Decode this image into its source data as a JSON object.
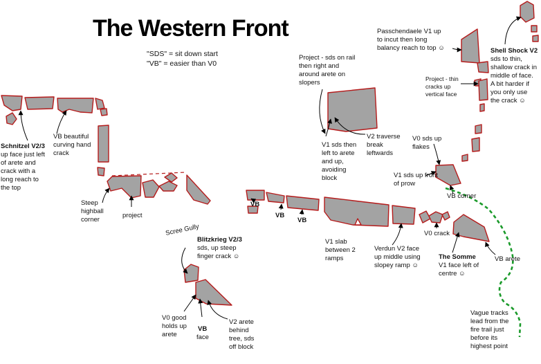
{
  "title": "The Western Front",
  "legend": {
    "sds": "\"SDS\" = sit down start",
    "vb": "\"VB\" = easier than V0"
  },
  "scree_gully": "Scree Gully",
  "problems": {
    "schnitzel": {
      "grade": "Schnitzel V2/3",
      "l1": "up face just left",
      "l2": "of arete and",
      "l3": "crack with a",
      "l4": "long reach to",
      "l5": "the top"
    },
    "vb_crack": {
      "grade": "VB",
      "l1": "beautiful",
      "l2": "curving hand",
      "l3": "crack"
    },
    "steep_corner": {
      "l1": "Steep",
      "l2": "highball",
      "l3": "corner"
    },
    "project_low": {
      "l1": "project"
    },
    "vb1": "VB",
    "vb2": "VB",
    "vb3": "VB",
    "project_rail": {
      "l1": "Project - sds on rail",
      "l2": "then right and",
      "l3": "around arete on",
      "l4": "slopers"
    },
    "v1_block": {
      "grade": "V1",
      "l1": "sds then",
      "l2": "left to arete",
      "l3": "and up,",
      "l4": "avoiding",
      "l5": "block"
    },
    "v2_traverse": {
      "grade": "V2",
      "l1": "traverse",
      "l2": "break",
      "l3": "leftwards"
    },
    "passchendaele": {
      "grade": "Passchendaele V1",
      "l1": "up",
      "l2": "to incut then long",
      "l3": "balancy reach to top ☺"
    },
    "project_thin": {
      "l1": "Project - thin",
      "l2": "cracks up",
      "l3": "vertical face"
    },
    "shell_shock": {
      "grade": "Shell Shock V2",
      "l1": "sds to thin,",
      "l2": "shallow crack in",
      "l3": "middle of face.",
      "l4": "A bit harder if",
      "l5": "you only use",
      "l6": "the crack ☺"
    },
    "v0_flakes": {
      "grade": "V0",
      "l1": "sds up",
      "l2": "flakes"
    },
    "v1_prow": {
      "grade": "V1",
      "l1": "sds up front",
      "l2": "of prow"
    },
    "vb_corner": {
      "grade": "VB",
      "l1": "corner"
    },
    "v0_crack": {
      "grade": "V0",
      "l1": "crack"
    },
    "v1_slab": {
      "grade": "V1",
      "l1": "slab",
      "l2": "between 2",
      "l3": "ramps"
    },
    "verdun": {
      "grade": "Verdun V2",
      "l1": "face",
      "l2": "up middle using",
      "l3": "slopey ramp ☺"
    },
    "somme": {
      "grade": "The Somme",
      "l2grade": "V1",
      "l2": "face left of",
      "l3": "centre ☺"
    },
    "vb_arete": {
      "grade": "VB",
      "l1": "arete"
    },
    "blitzkrieg": {
      "grade": "Blitzkrieg V2/3",
      "l1": "sds, up steep",
      "l2": "finger crack ☺"
    },
    "v0_good": {
      "grade": "V0",
      "l1": "good",
      "l2": "holds up",
      "l3": "arete"
    },
    "vb_face": {
      "grade": "VB",
      "l1": "face"
    },
    "v2_arete": {
      "grade": "V2",
      "l1": "arete",
      "l2": "behind",
      "l3": "tree, sds",
      "l4": "off block"
    },
    "tracks": {
      "l1": "Vague tracks",
      "l2": "lead from the",
      "l3": "fire trail just",
      "l4": "before its",
      "l5": "highest point"
    }
  },
  "colors": {
    "rock_fill": "#a3a3a3",
    "rock_outline": "#b51b1b",
    "trail": "#1a9a2a"
  }
}
